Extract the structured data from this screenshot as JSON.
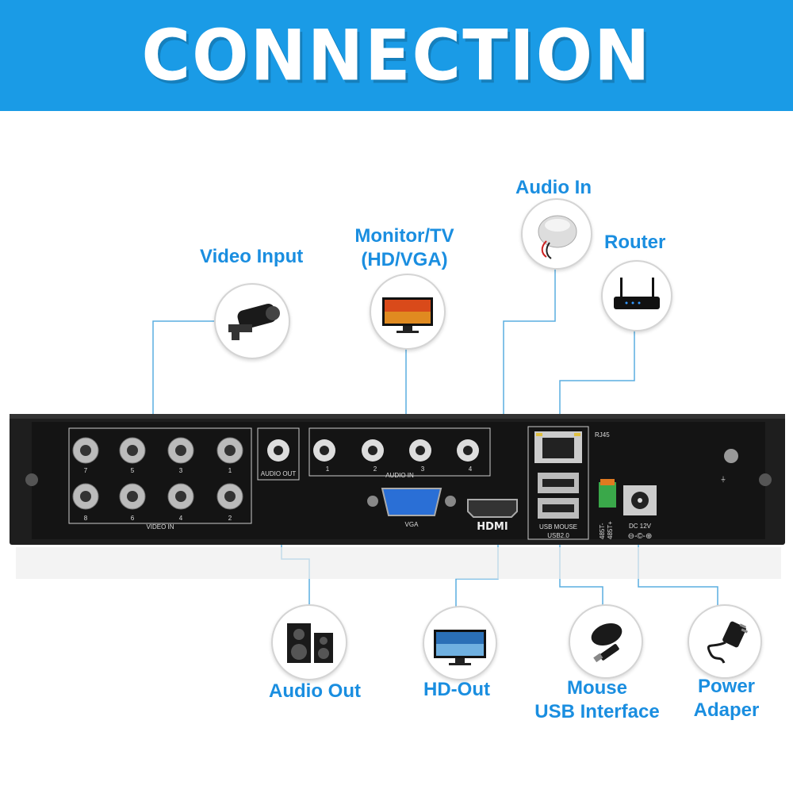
{
  "banner": {
    "title": "CONNECTION"
  },
  "labels": {
    "video_input": "Video Input",
    "monitor_line1": "Monitor/TV",
    "monitor_line2": "(HD/VGA)",
    "audio_in": "Audio In",
    "router": "Router",
    "audio_out": "Audio Out",
    "hd_out": "HD-Out",
    "mouse_line1": "Mouse",
    "mouse_line2": "USB Interface",
    "power_line1": "Power",
    "power_line2": "Adaper"
  },
  "panel": {
    "video_in": "VIDEO IN",
    "audio_out": "AUDIO OUT",
    "audio_in": "AUDIO IN",
    "vga": "VGA",
    "hdmi": "HDMI",
    "rj45": "RJ45",
    "usb_mouse": "USB MOUSE",
    "usb2": "USB2.0",
    "rs485_minus": "485T-",
    "rs485_plus": "485T+",
    "dc": "DC 12V",
    "video_top_numbers": [
      "7",
      "5",
      "3",
      "1"
    ],
    "video_bottom_numbers": [
      "8",
      "6",
      "4",
      "2"
    ],
    "audio_in_numbers": [
      "1",
      "2",
      "3",
      "4"
    ]
  },
  "colors": {
    "accent": "#1a9be6",
    "label": "#1a8ee0",
    "wire": "#5aaee0",
    "chassis": "#1e1e1e"
  }
}
